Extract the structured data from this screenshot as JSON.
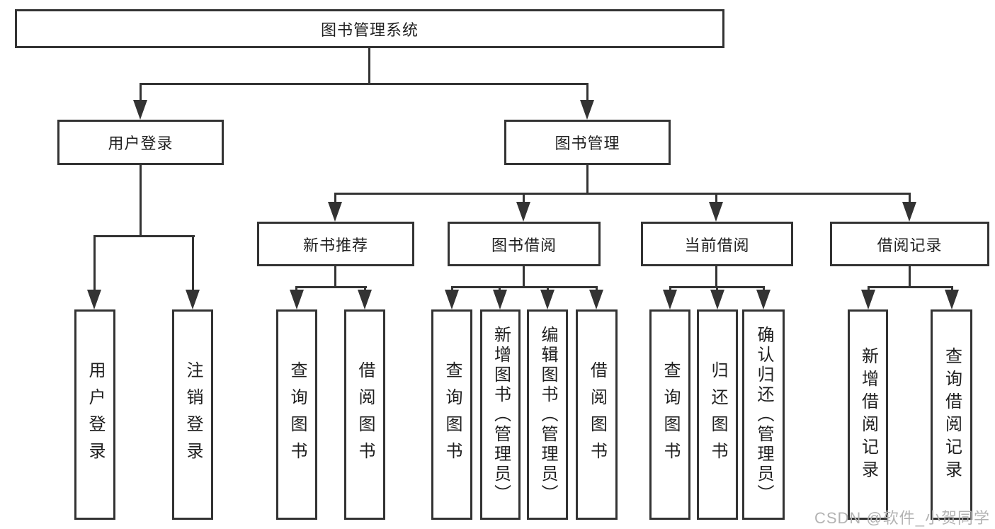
{
  "diagram": {
    "root": "图书管理系统",
    "level2": [
      "用户登录",
      "图书管理"
    ],
    "level3": [
      "新书推荐",
      "图书借阅",
      "当前借阅",
      "借阅记录"
    ],
    "leaves_user": [
      "用户登录",
      "注销登录"
    ],
    "leaves_newbook": [
      "查询图书",
      "借阅图书"
    ],
    "leaves_borrow": [
      "查询图书",
      "新增图书（管理员）",
      "编辑图书（管理员）",
      "借阅图书"
    ],
    "leaves_current": [
      "查询图书",
      "归还图书",
      "确认归还（管理员）"
    ],
    "leaves_records": [
      "新增借阅记录",
      "查询借阅记录"
    ],
    "watermark": "CSDN @软件_小贺同学",
    "colors": {
      "line": "#333333",
      "text": "#1f1f1f",
      "watermark": "#b3b3b3",
      "background": "#ffffff"
    }
  }
}
